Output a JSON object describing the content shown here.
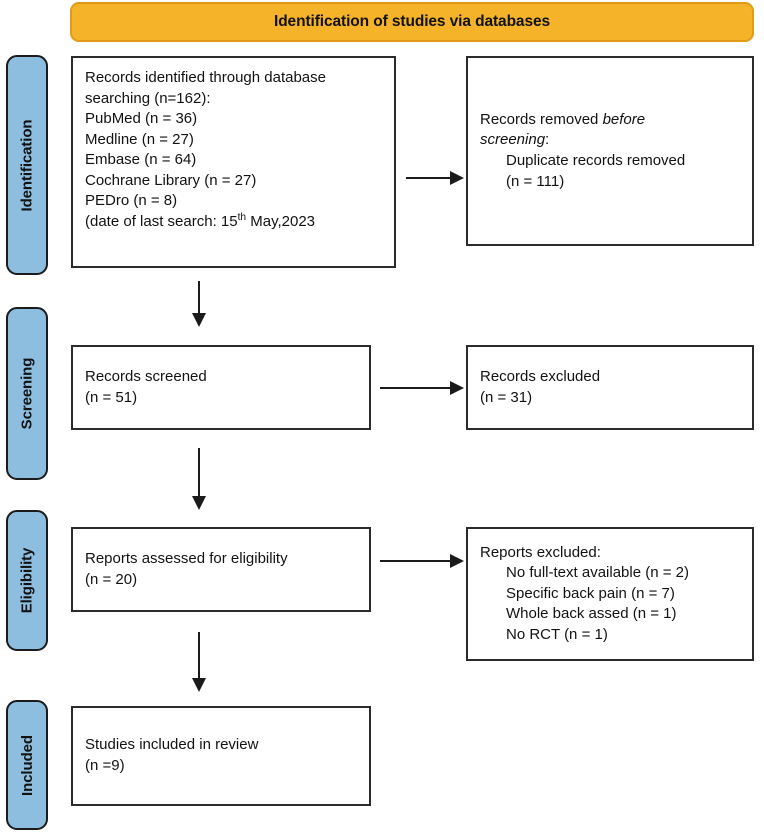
{
  "header": {
    "title": "Identification of studies via databases",
    "background_color": "#f5b32a",
    "border_color": "#e09b17"
  },
  "stages": [
    {
      "id": "identification",
      "label": "Identification"
    },
    {
      "id": "screening",
      "label": "Screening"
    },
    {
      "id": "eligibility",
      "label": "Eligibility"
    },
    {
      "id": "included",
      "label": "Included"
    }
  ],
  "stage_color": "#8dbee0",
  "boxes": {
    "records_identified": {
      "lines": [
        "Records identified through database",
        "searching (n=162):",
        "PubMed (n = 36)",
        "Medline (n = 27)",
        "Embase (n = 64)",
        "Cochrane Library (n = 27)",
        "PEDro (n = 8)",
        "(date of last search: 15th May,2023"
      ],
      "date_prefix": "(date of last search: 15",
      "date_superscript": "th",
      "date_suffix": " May,2023"
    },
    "records_removed": {
      "lead_plain": "Records removed ",
      "lead_italic_1": "before",
      "lead_italic_2": "screening",
      "lead_colon": ":",
      "indented_lines": [
        "Duplicate records removed",
        "(n = 111)"
      ]
    },
    "records_screened": {
      "lines": [
        "Records screened",
        "(n = 51)"
      ]
    },
    "records_excluded": {
      "lines": [
        "Records excluded",
        "(n = 31)"
      ]
    },
    "reports_assessed": {
      "lines": [
        "Reports assessed for eligibility",
        "(n = 20)"
      ]
    },
    "reports_excluded": {
      "heading": "Reports excluded:",
      "indented_lines": [
        "No full-text available (n = 2)",
        "Specific back pain (n = 7)",
        "Whole back assed (n = 1)",
        "No RCT (n = 1)"
      ]
    },
    "studies_included": {
      "lines": [
        "Studies included in review",
        "(n =9)"
      ]
    }
  },
  "arrows": {
    "identification_to_removed": "arrow-right",
    "identification_to_screened": "arrow-down",
    "screened_to_excluded": "arrow-right",
    "screened_to_assessed": "arrow-down",
    "assessed_to_excluded": "arrow-right",
    "assessed_to_included": "arrow-down"
  }
}
